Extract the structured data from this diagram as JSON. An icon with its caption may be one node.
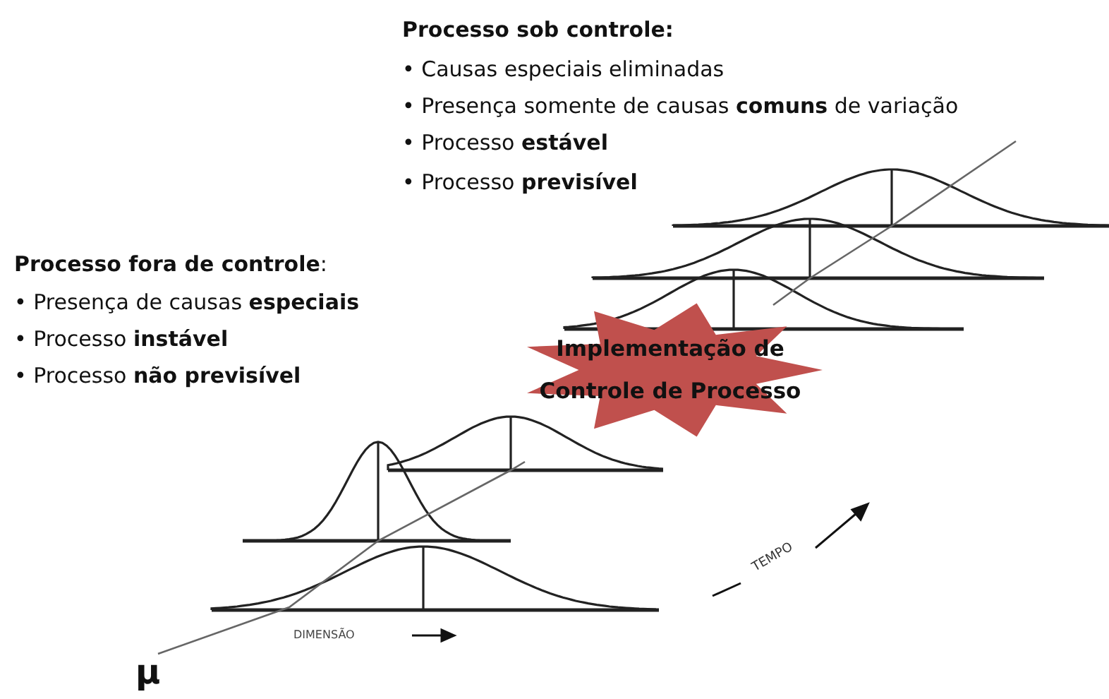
{
  "diagram": {
    "nodes": [
      {
        "text": [
          "Implementação de Controle de Processo"
        ]
      }
    ],
    "labels": [
      "Processo sob controle:",
      "• Causas especiais eliminadas",
      "• Presença somente de causas **comuns** de variação",
      "• Processo **estável**",
      "• Processo **previsível**",
      "**Processo fora de controle**:",
      "• Presença de causas **especiais**",
      "• Processo **instável**",
      "• Processo **não previsível**",
      "μ",
      "DIMENSÃO",
      "TEMPO"
    ]
  }
}
